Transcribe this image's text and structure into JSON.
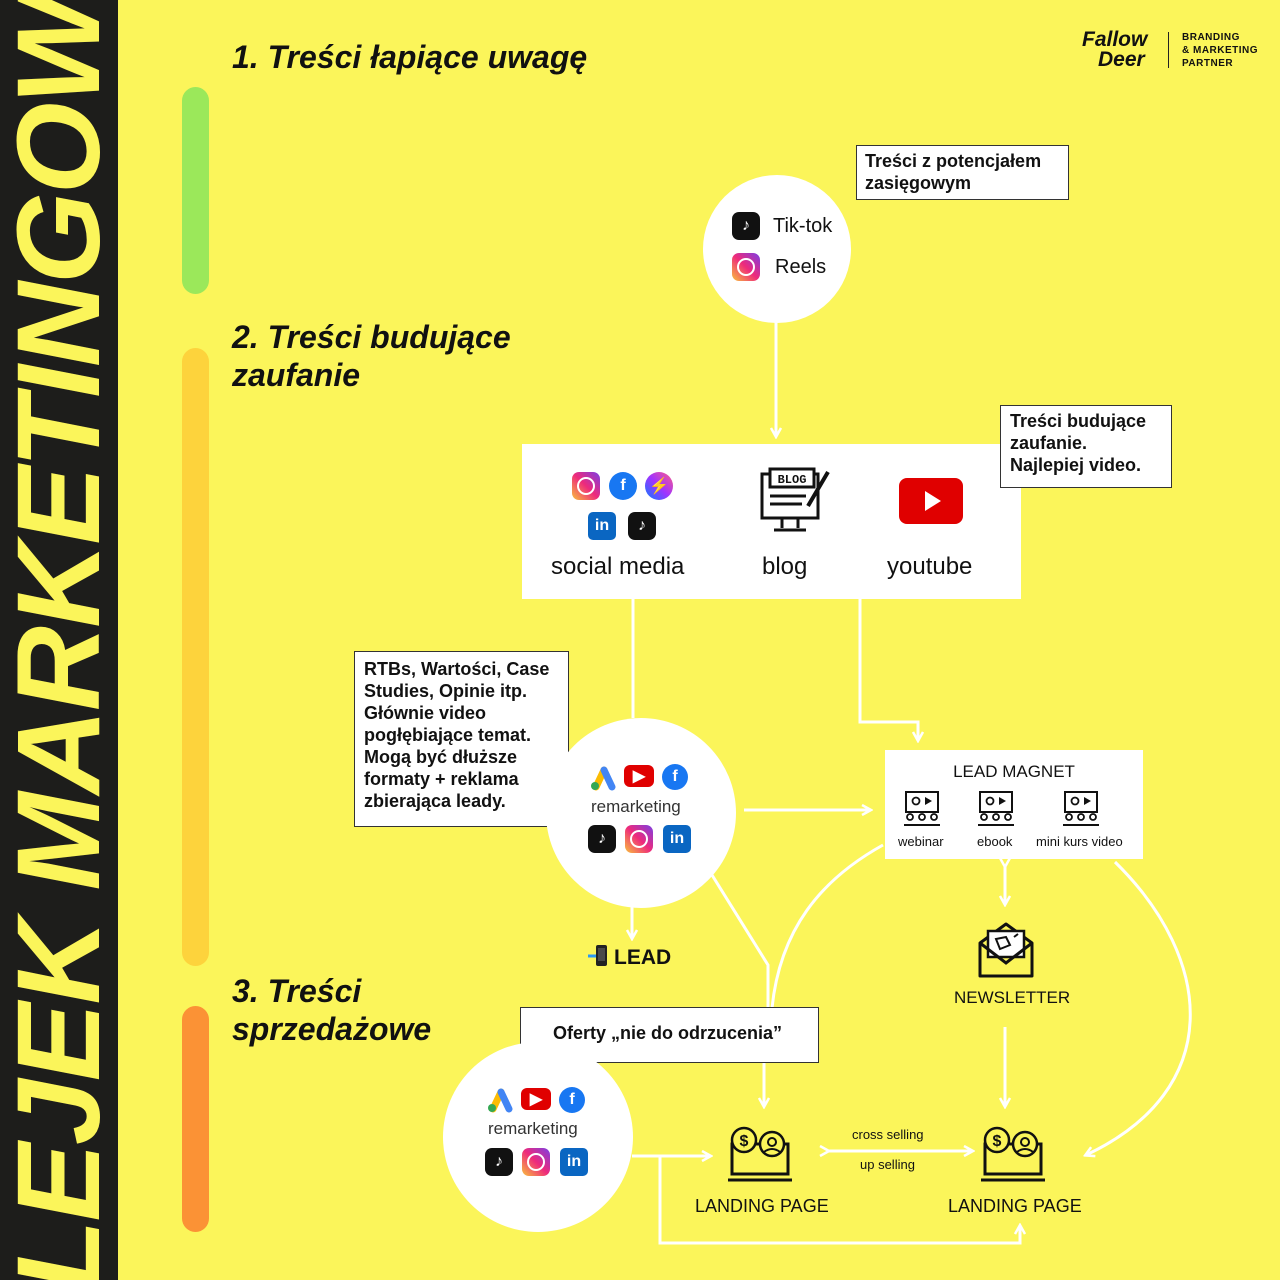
{
  "title": "LEJEK MARKETINGOWY",
  "logo": {
    "brand_line1": "Fallow",
    "brand_line2": "Deer",
    "tagline": "BRANDING\n& MARKETING\nPARTNER"
  },
  "stages": [
    {
      "label": "1. Treści łapiące uwagę",
      "color": "#9be85a"
    },
    {
      "label": "2. Treści budujące\nzaufanie",
      "color": "#fdd33c"
    },
    {
      "label": "3. Treści\nsprzedażowe",
      "color": "#fb9235"
    }
  ],
  "callouts": {
    "reach": "Treści z potencjałem\nzasięgowym",
    "trust": "Treści budujące\nzaufanie.\nNajlepiej video.",
    "rtb": "RTBs, Wartości, Case\nStudies, Opinie itp.\nGłównie video\npogłębiające temat.\nMogą być dłuższe\nformaty + reklama\nzbierająca leady.",
    "offers": "Oferty „nie do odrzucenia”"
  },
  "reach_circle": {
    "items": [
      "Tik-tok",
      "Reels"
    ]
  },
  "channels": [
    "social media",
    "blog",
    "youtube"
  ],
  "remarketing_label": "remarketing",
  "lead_label": "LEAD",
  "lead_magnet": {
    "title": "LEAD MAGNET",
    "items": [
      "webinar",
      "ebook",
      "mini kurs video"
    ]
  },
  "newsletter_label": "NEWSLETTER",
  "landing_label": "LANDING PAGE",
  "cross_selling": "cross selling",
  "up_selling": "up selling",
  "icons": {
    "tiktok": "tiktok-icon",
    "instagram": "instagram-icon",
    "facebook": "facebook-icon",
    "messenger": "messenger-icon",
    "linkedin": "linkedin-icon",
    "youtube": "youtube-icon",
    "google_ads": "google-ads-icon",
    "blog": "blog-monitor-icon",
    "webinar": "webinar-icon",
    "newsletter": "newsletter-envelope-icon",
    "landing": "landing-page-icon",
    "phone": "phone-icon"
  },
  "colors": {
    "background": "#fbf55a",
    "sidebar": "#1d1d1b",
    "title": "#fbf55a"
  }
}
